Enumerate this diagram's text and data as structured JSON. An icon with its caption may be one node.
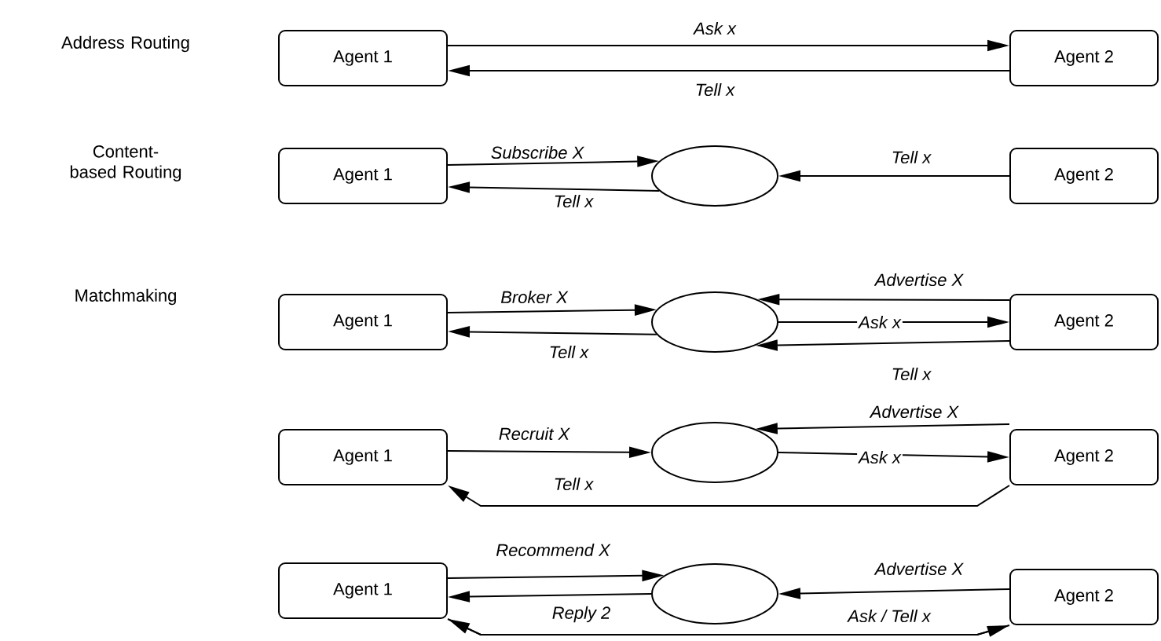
{
  "diagram": {
    "nodes": [
      {
        "text": [
          "Agent 1"
        ]
      },
      {
        "text": [
          "Agent 2"
        ]
      },
      {
        "text": [
          "Agent 1"
        ]
      },
      {
        "text": [],
        "shape": "ellipse"
      },
      {
        "text": [
          "Agent 2"
        ]
      },
      {
        "text": [
          "Agent 1"
        ]
      },
      {
        "text": [],
        "shape": "ellipse"
      },
      {
        "text": [
          "Agent 2"
        ]
      },
      {
        "text": [
          "Agent 1"
        ]
      },
      {
        "text": [],
        "shape": "ellipse"
      },
      {
        "text": [
          "Agent 2"
        ]
      },
      {
        "text": [
          "Agent 1"
        ]
      },
      {
        "text": [],
        "shape": "ellipse"
      },
      {
        "text": [
          "Agent 2"
        ]
      }
    ],
    "edges": [
      {
        "from": 0,
        "to": 1,
        "arrow": "to",
        "label": "Ask x"
      },
      {
        "from": 1,
        "to": 0,
        "arrow": "to",
        "label": "Tell x"
      },
      {
        "from": 2,
        "to": 3,
        "arrow": "to",
        "label": "Subscribe X"
      },
      {
        "from": 3,
        "to": 2,
        "arrow": "to",
        "label": "Tell x"
      },
      {
        "from": 4,
        "to": 3,
        "arrow": "to",
        "label": "Tell x"
      },
      {
        "from": 5,
        "to": 6,
        "arrow": "to",
        "label": "Broker X"
      },
      {
        "from": 6,
        "to": 5,
        "arrow": "to",
        "label": "Tell x"
      },
      {
        "from": 7,
        "to": 6,
        "arrow": "to",
        "label": "Advertise X"
      },
      {
        "from": 6,
        "to": 7,
        "arrow": "to",
        "label": "Ask x"
      },
      {
        "from": 7,
        "to": 6,
        "arrow": "to",
        "label": "Tell x"
      },
      {
        "from": 8,
        "to": 9,
        "arrow": "to",
        "label": "Recruit X"
      },
      {
        "from": 10,
        "to": 9,
        "arrow": "to",
        "label": "Advertise X"
      },
      {
        "from": 9,
        "to": 10,
        "arrow": "to",
        "label": "Ask x"
      },
      {
        "from": 10,
        "to": 8,
        "arrow": "to",
        "label": "Tell x"
      },
      {
        "from": 11,
        "to": 12,
        "arrow": "to",
        "label": "Recommend X"
      },
      {
        "from": 12,
        "to": 11,
        "arrow": "to"
      },
      {
        "from": 13,
        "to": 12,
        "arrow": "to",
        "label": "Advertise X"
      },
      {
        "from": 13,
        "to": 11,
        "arrow": "to",
        "label": "Reply 2"
      },
      {
        "from": 11,
        "to": 13,
        "arrow": "to",
        "label": "Ask / Tell x"
      }
    ],
    "labels": [
      "Address Routing",
      "Content-based Routing",
      "Matchmaking"
    ]
  }
}
